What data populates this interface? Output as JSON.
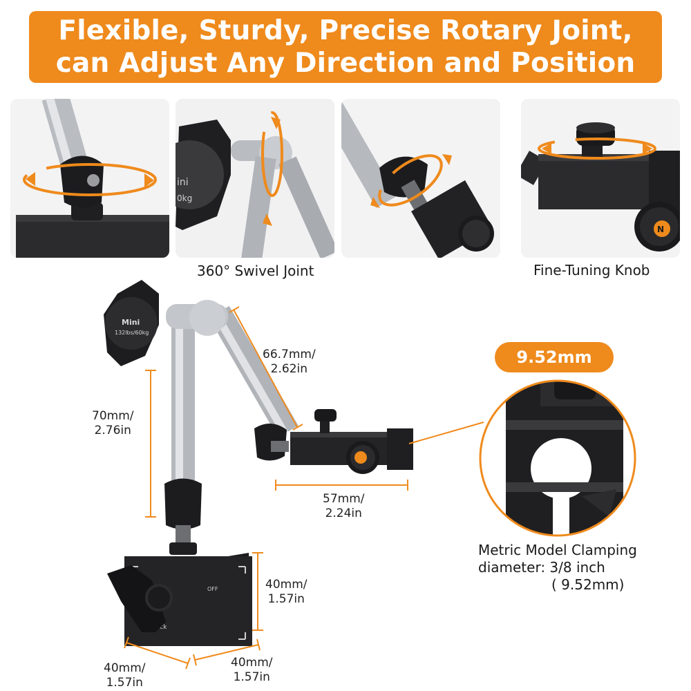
{
  "banner": {
    "line1": "Flexible, Sturdy, Precise Rotary Joint,",
    "line2": "can Adjust Any Direction and Position",
    "color": "#ef8a1c"
  },
  "captions": {
    "swivel": "360° Swivel Joint",
    "knob": "Fine-Tuning Knob"
  },
  "knob_text": {
    "brand": "Mini",
    "rating": "132lbs/60kg"
  },
  "base_text": {
    "off": "OFF",
    "brand": "Noteck"
  },
  "dimensions": {
    "upper_arm": {
      "mm": "66.7mm/",
      "in": "2.62in"
    },
    "lower_arm": {
      "mm": "70mm/",
      "in": "2.76in"
    },
    "clamp": {
      "mm": "57mm/",
      "in": "2.24in"
    },
    "base_height": {
      "mm": "40mm/",
      "in": "1.57in"
    },
    "base_width": {
      "mm": "40mm/",
      "in": "1.57in"
    },
    "base_depth": {
      "mm": "40mm/",
      "in": "1.57in"
    }
  },
  "clamp_badge": "9.52mm",
  "clamp_note": {
    "line1": "Metric Model Clamping",
    "line2": "diameter:  3/8 inch",
    "line3": "( 9.52mm)"
  }
}
